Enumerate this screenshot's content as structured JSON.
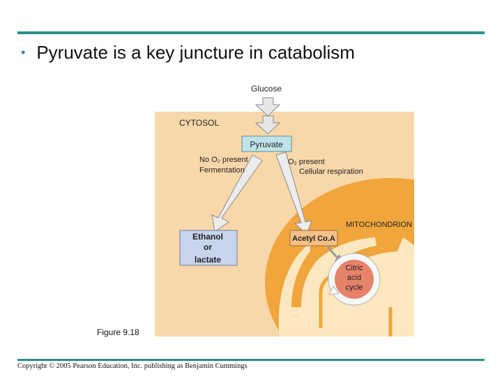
{
  "slide": {
    "title": "Pyruvate is a key juncture in catabolism",
    "figure_label": "Figure 9.18",
    "copyright": "Copyright © 2005 Pearson Education, Inc. publishing as Benjamin Cummings"
  },
  "diagram": {
    "glucose": "Glucose",
    "cytosol": "CYTOSOL",
    "pyruvate": "Pyruvate",
    "left_branch": {
      "line1": "No O₂ present",
      "line2": "Fermentation"
    },
    "right_branch": {
      "line1": "O₂ present",
      "line2": "Cellular respiration"
    },
    "mitochondrion": "MITOCHONDRION",
    "ethanol": {
      "line1": "Ethanol",
      "line2": "or",
      "line3": "lactate"
    },
    "acetyl_coa": "Acetyl Co.A",
    "citric": {
      "line1": "Citric",
      "line2": "acid",
      "line3": "cycle"
    }
  },
  "colors": {
    "accent_rule": "#2f8f86",
    "cytosol_fill": "#f8d7aa",
    "mitochondrion_fill": "#f0a63c",
    "mitochondrion_inner": "#fce7bf",
    "pyruvate_box": "#bfe3e8",
    "ethanol_box": "#c7d4ec",
    "acetyl_box": "#f4c088",
    "citric_fill": "#e7836b"
  }
}
